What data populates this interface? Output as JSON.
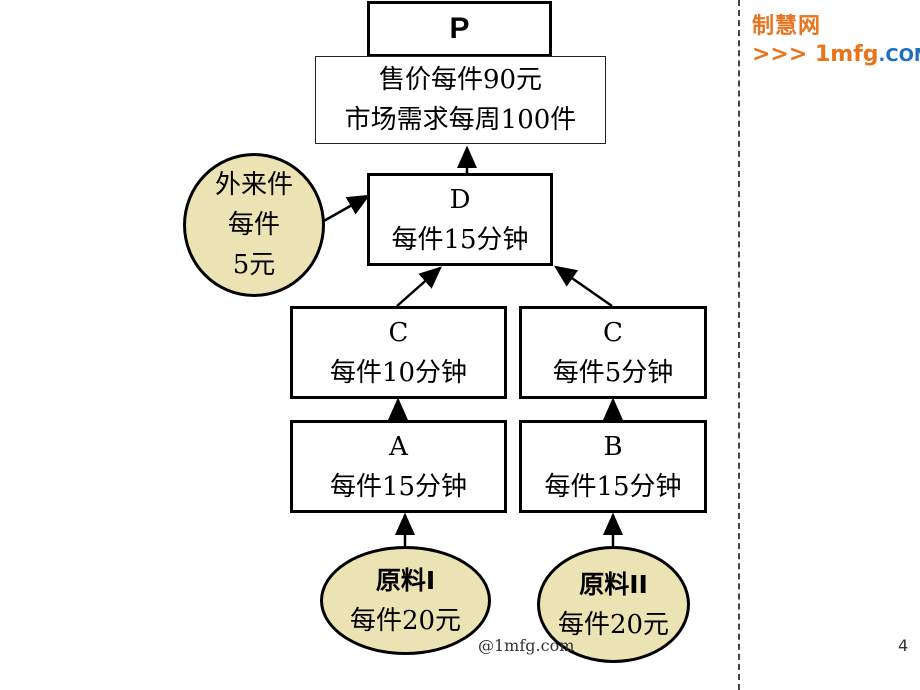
{
  "diagram": {
    "product": {
      "label": "P"
    },
    "market": {
      "price": "售价每件90元",
      "demand": "市场需求每周100件"
    },
    "purchased_part": {
      "line1": "外来件",
      "line2": "每件",
      "line3": "5元"
    },
    "process_d": {
      "name": "D",
      "time": "每件15分钟"
    },
    "process_c1": {
      "name": "C",
      "time": "每件10分钟"
    },
    "process_c2": {
      "name": "C",
      "time": "每件5分钟"
    },
    "process_a": {
      "name": "A",
      "time": "每件15分钟"
    },
    "process_b": {
      "name": "B",
      "time": "每件15分钟"
    },
    "raw_material_1": {
      "name": "原料I",
      "cost": "每件20元"
    },
    "raw_material_2": {
      "name": "原料II",
      "cost": "每件20元"
    },
    "node_fill_color": "#ece3b4"
  },
  "logo": {
    "cn": "制慧网",
    "chevrons": ">>>",
    "brand": "1mfg",
    "suffix": ".COM"
  },
  "footer": {
    "watermark": "@1mfg.com",
    "page_number": "4"
  }
}
